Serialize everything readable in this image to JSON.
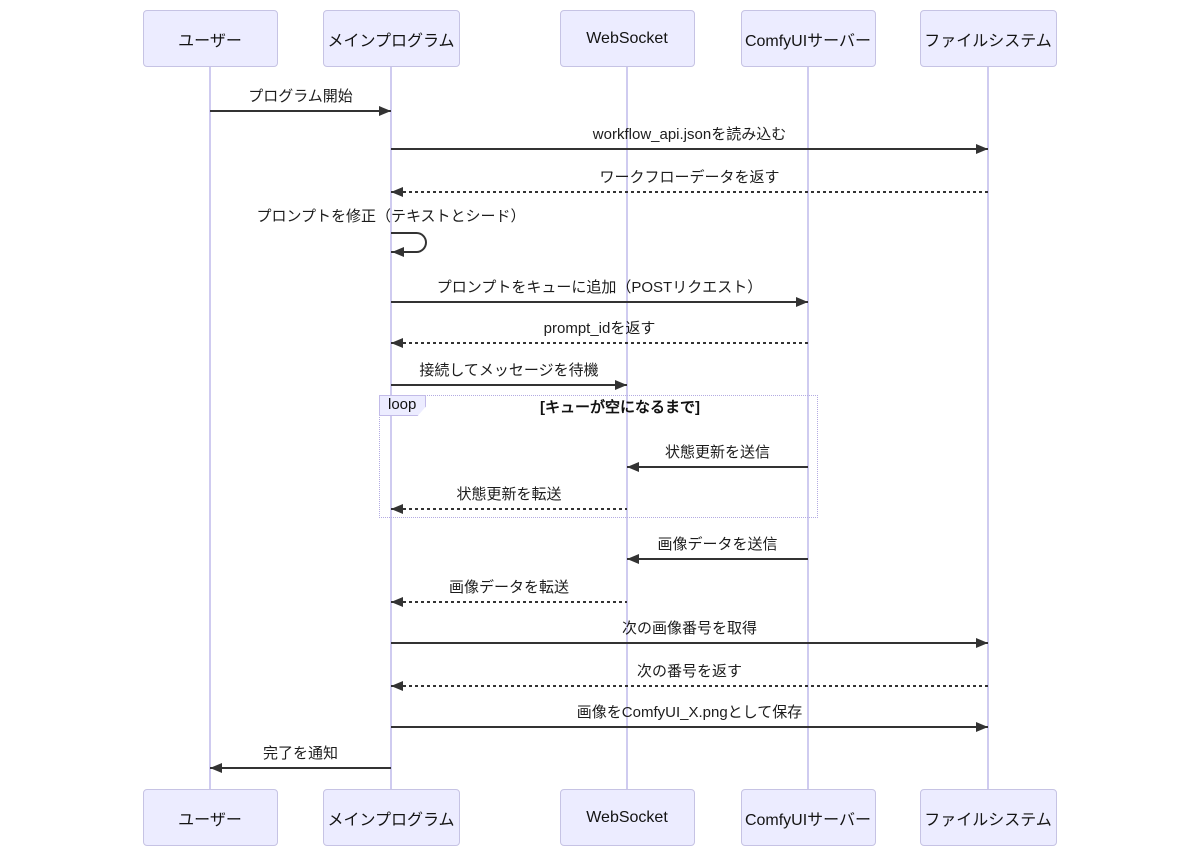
{
  "diagram": {
    "type": "sequence",
    "actors": [
      {
        "id": "user",
        "label": "ユーザー"
      },
      {
        "id": "main",
        "label": "メインプログラム"
      },
      {
        "id": "websocket",
        "label": "WebSocket"
      },
      {
        "id": "comfyui",
        "label": "ComfyUIサーバー"
      },
      {
        "id": "filesystem",
        "label": "ファイルシステム"
      }
    ],
    "messages": [
      {
        "from": "user",
        "to": "main",
        "label": "プログラム開始",
        "line": "solid"
      },
      {
        "from": "main",
        "to": "filesystem",
        "label": "workflow_api.jsonを読み込む",
        "line": "solid"
      },
      {
        "from": "filesystem",
        "to": "main",
        "label": "ワークフローデータを返す",
        "line": "dashed"
      },
      {
        "from": "main",
        "to": "main",
        "label": "プロンプトを修正（テキストとシード）",
        "line": "solid",
        "self": true
      },
      {
        "from": "main",
        "to": "comfyui",
        "label": "プロンプトをキューに追加（POSTリクエスト）",
        "line": "solid"
      },
      {
        "from": "comfyui",
        "to": "main",
        "label": "prompt_idを返す",
        "line": "dashed"
      },
      {
        "from": "main",
        "to": "websocket",
        "label": "接続してメッセージを待機",
        "line": "solid"
      },
      {
        "from": "comfyui",
        "to": "websocket",
        "label": "状態更新を送信",
        "line": "solid",
        "in_loop": true
      },
      {
        "from": "websocket",
        "to": "main",
        "label": "状態更新を転送",
        "line": "dashed",
        "in_loop": true
      },
      {
        "from": "comfyui",
        "to": "websocket",
        "label": "画像データを送信",
        "line": "solid"
      },
      {
        "from": "websocket",
        "to": "main",
        "label": "画像データを転送",
        "line": "dashed"
      },
      {
        "from": "main",
        "to": "filesystem",
        "label": "次の画像番号を取得",
        "line": "solid"
      },
      {
        "from": "filesystem",
        "to": "main",
        "label": "次の番号を返す",
        "line": "dashed"
      },
      {
        "from": "main",
        "to": "filesystem",
        "label": "画像をComfyUI_X.pngとして保存",
        "line": "solid"
      },
      {
        "from": "main",
        "to": "user",
        "label": "完了を通知",
        "line": "solid"
      }
    ],
    "loop": {
      "label": "loop",
      "condition": "[キューが空になるまで]"
    },
    "colors": {
      "actor_fill": "#ECECFF",
      "actor_border": "#C6C3E4",
      "lifeline": "#CFCBF0",
      "line": "#333333",
      "loop_border": "#B3ABE2",
      "text": "#1c1c1c"
    }
  }
}
